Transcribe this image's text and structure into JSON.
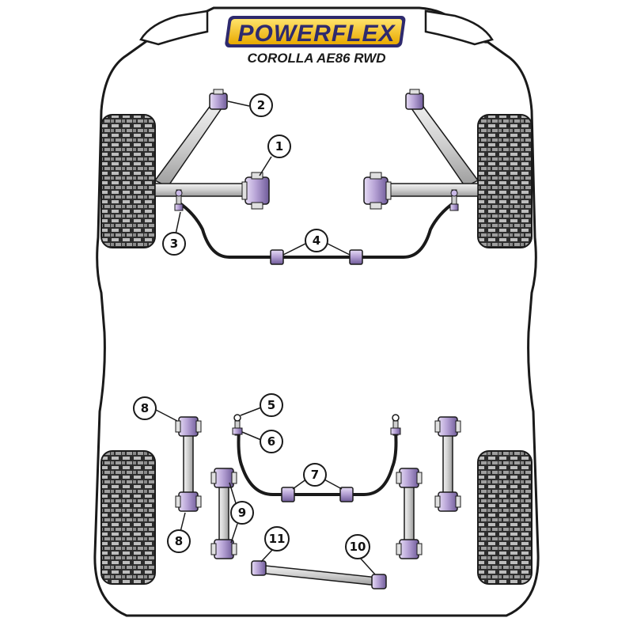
{
  "brand": {
    "name": "POWERFLEX",
    "model": "COROLLA AE86 RWD",
    "badge_color": "#f4c20d",
    "text_color": "#2e2a6e"
  },
  "colors": {
    "bushing": "#b7a3d6",
    "bushing_dark": "#6f5b99",
    "bushing_light": "#dcd2ee",
    "arm": "#d8d8d8",
    "outline": "#1a1a1a",
    "tyre": "#3a3a3a"
  },
  "callouts": [
    {
      "id": "1",
      "label": "1"
    },
    {
      "id": "2",
      "label": "2"
    },
    {
      "id": "3",
      "label": "3"
    },
    {
      "id": "4",
      "label": "4"
    },
    {
      "id": "5",
      "label": "5"
    },
    {
      "id": "6",
      "label": "6"
    },
    {
      "id": "7",
      "label": "7"
    },
    {
      "id": "8a",
      "label": "8"
    },
    {
      "id": "8b",
      "label": "8"
    },
    {
      "id": "9",
      "label": "9"
    },
    {
      "id": "10",
      "label": "10"
    },
    {
      "id": "11",
      "label": "11"
    }
  ]
}
